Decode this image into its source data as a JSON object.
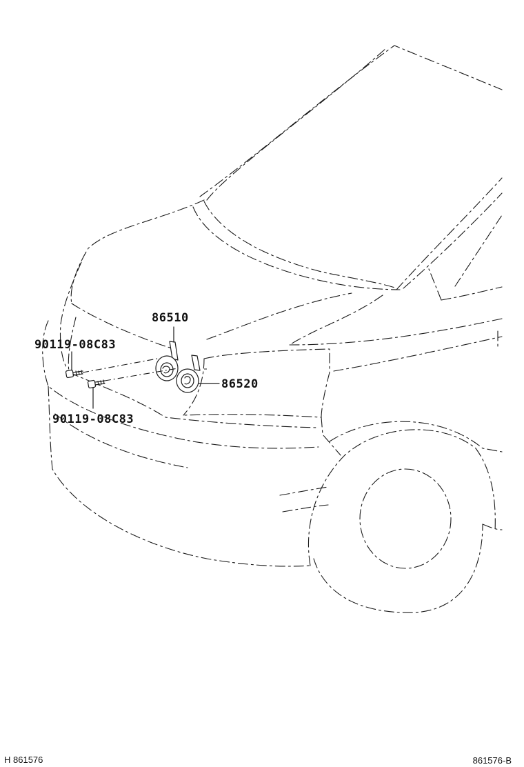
{
  "diagram": {
    "labels": {
      "horn_high": "86510",
      "horn_low": "86520",
      "bolt_upper": "90119-08C83",
      "bolt_lower": "90119-08C83"
    }
  },
  "footer": {
    "left_code": "H 861576",
    "right_code": "861576-B"
  }
}
